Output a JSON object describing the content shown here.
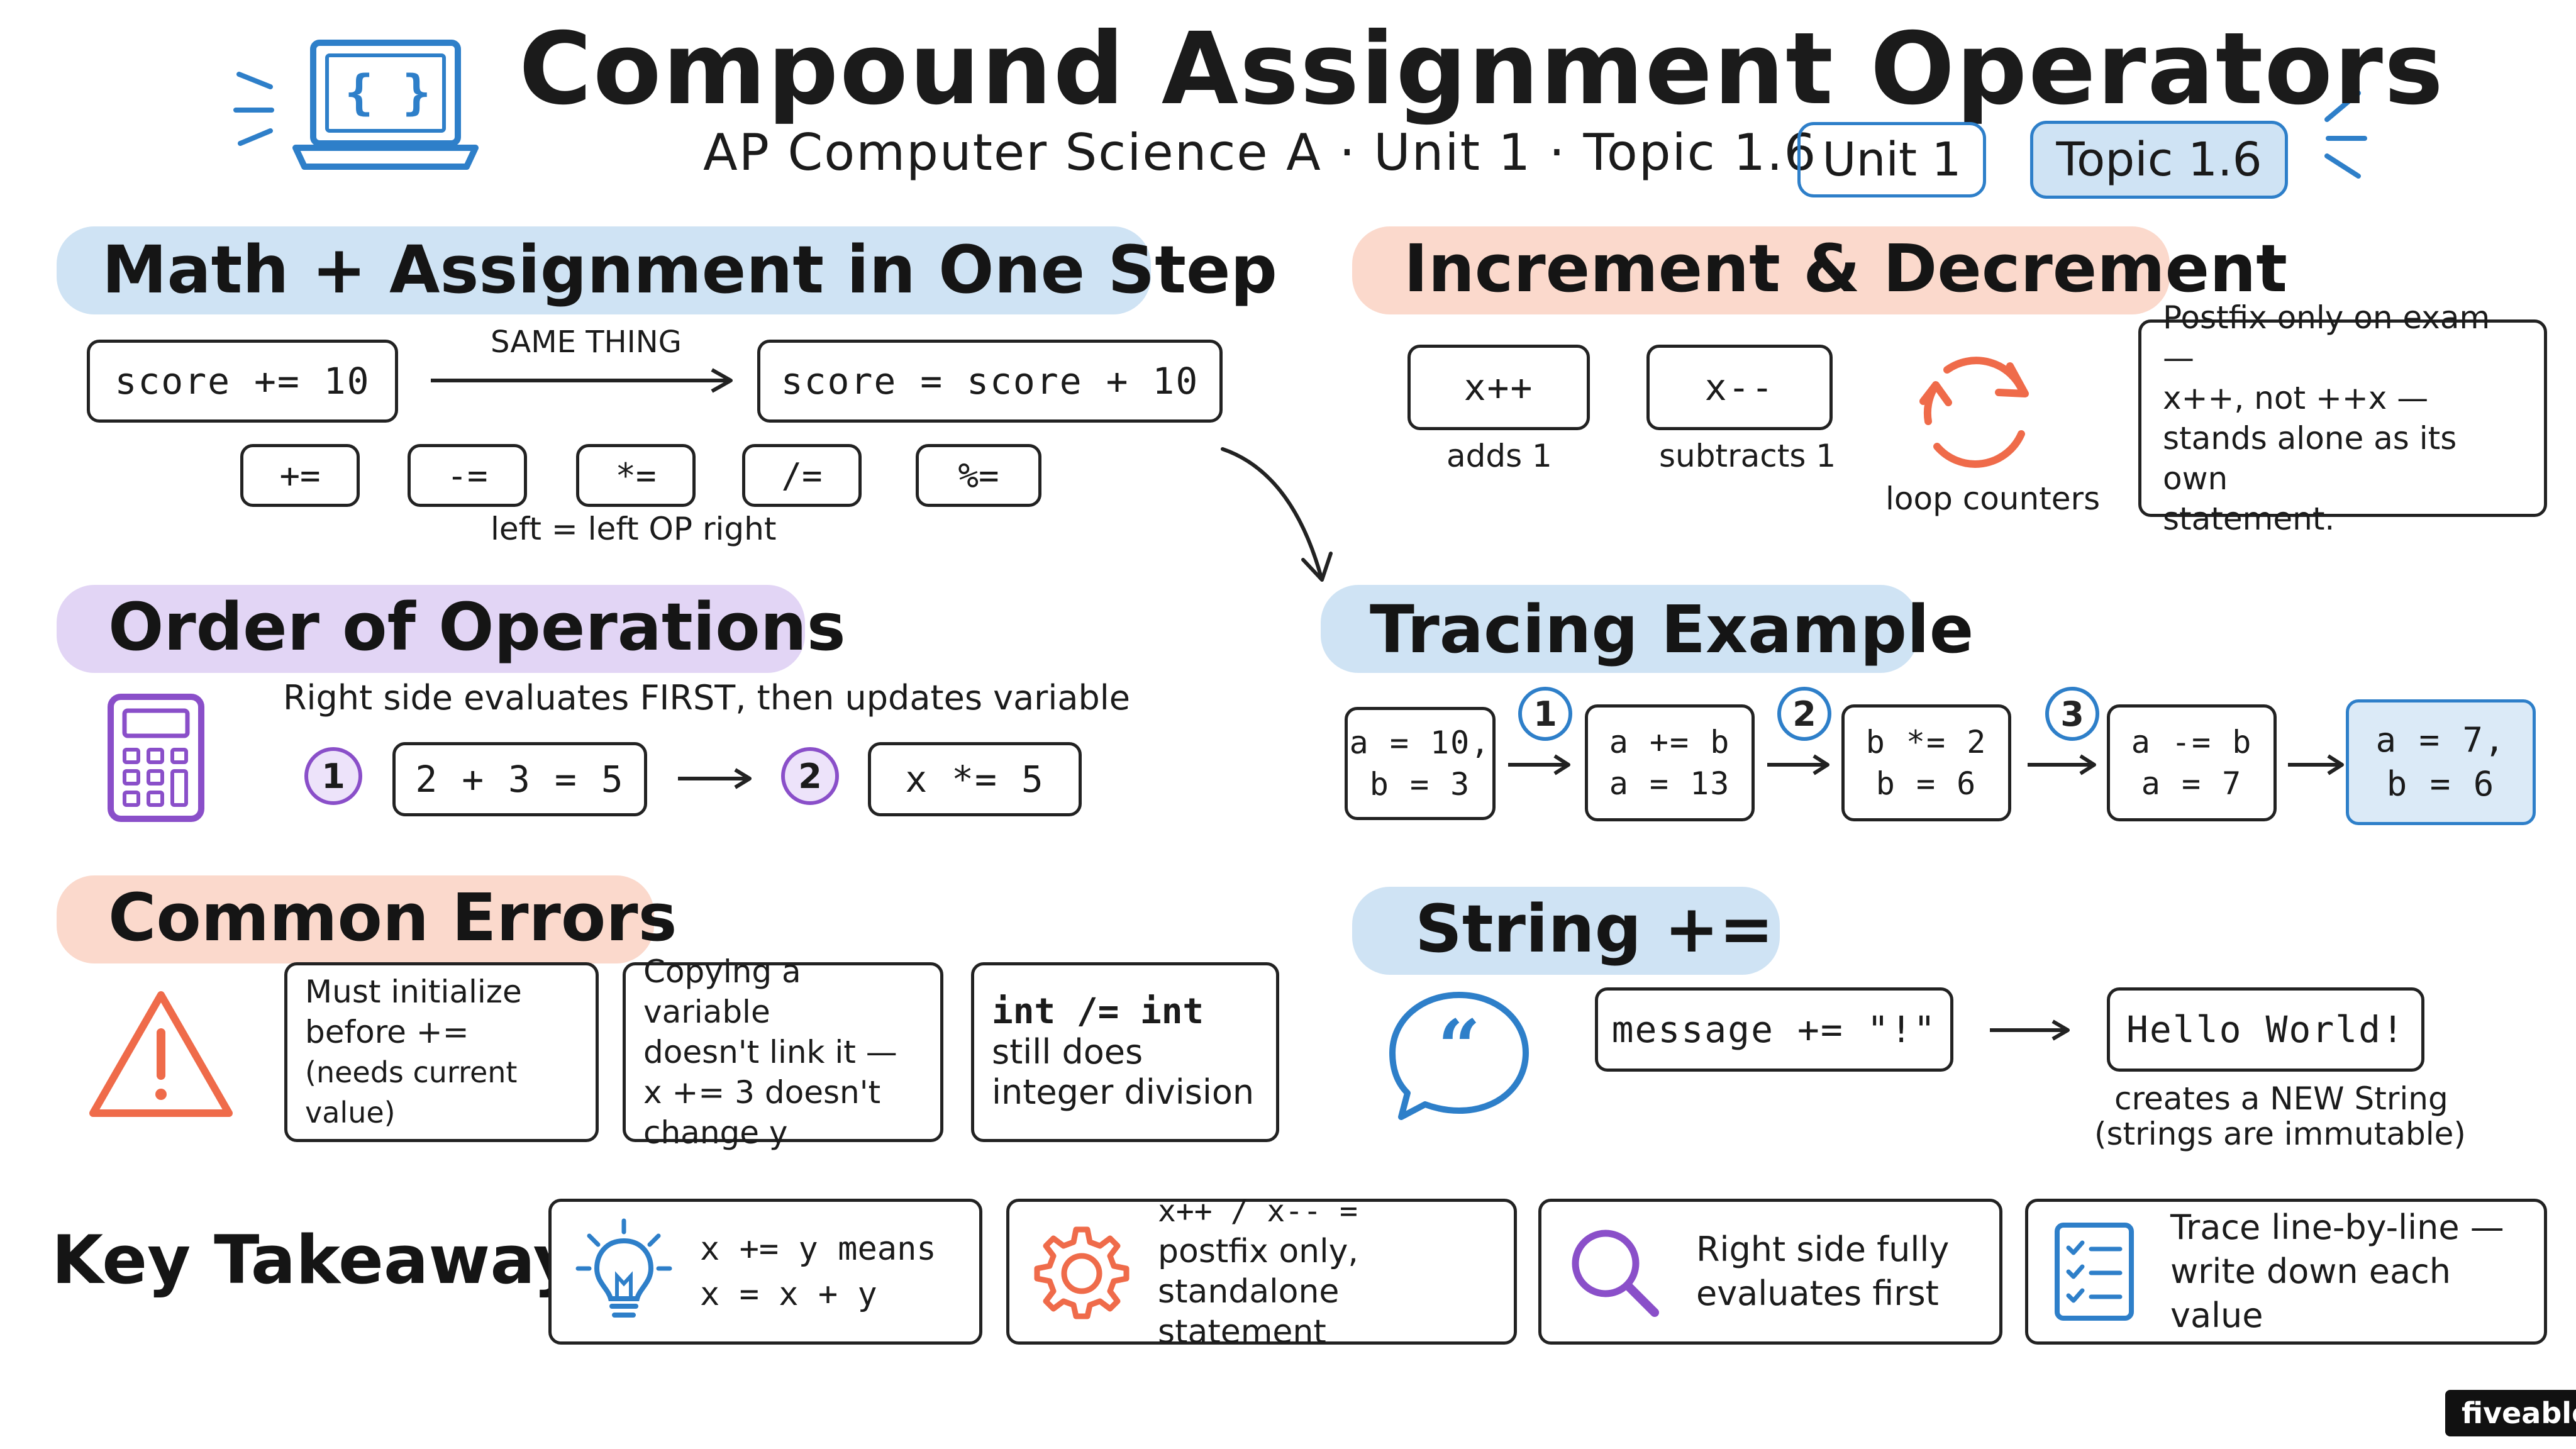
{
  "header": {
    "title": "Compound Assignment Operators",
    "subtitle": "AP Computer Science A · Unit 1 · Topic 1.6",
    "badge_unit": "Unit 1",
    "badge_topic": "Topic 1.6",
    "laptop_icon_text": "{ }"
  },
  "math_section": {
    "heading": "Math + Assignment in One Step",
    "left_code": "score += 10",
    "arrow_label": "SAME THING",
    "right_code": "score = score + 10",
    "operators": [
      "+=",
      "-=",
      "*=",
      "/=",
      "%="
    ],
    "rule": "left = left OP right"
  },
  "order_section": {
    "heading": "Order of Operations",
    "note": "Right side evaluates FIRST, then updates variable",
    "step1_num": "1",
    "step1_code": "2 + 3 = 5",
    "step2_num": "2",
    "step2_code": "x *= 5"
  },
  "errors_section": {
    "heading": "Common Errors",
    "cards": [
      {
        "lines": [
          "Must initialize",
          "before +=",
          "(needs current value)"
        ]
      },
      {
        "lines": [
          "Copying a variable",
          "doesn't link it —",
          "x += 3 doesn't",
          "change y"
        ]
      },
      {
        "lines": [
          "int /= int",
          "still does",
          "integer division"
        ]
      }
    ]
  },
  "increment_section": {
    "heading": "Increment & Decrement",
    "inc_code": "x++",
    "inc_label": "adds 1",
    "dec_code": "x--",
    "dec_label": "subtracts 1",
    "loop_label": "loop counters",
    "note_lines": [
      "Postfix only on exam —",
      "x++, not ++x —",
      "stands alone as its own",
      "statement."
    ]
  },
  "tracing_section": {
    "heading": "Tracing Example",
    "states": [
      {
        "line1": "a = 10,",
        "line2": "b = 3"
      },
      {
        "line1": "a += b",
        "line2": "a = 13"
      },
      {
        "line1": "b *= 2",
        "line2": "b = 6"
      },
      {
        "line1": "a -= b",
        "line2": "a = 7"
      },
      {
        "line1": "a = 7,",
        "line2": "b = 6"
      }
    ],
    "step_numbers": [
      "1",
      "2",
      "3"
    ]
  },
  "string_section": {
    "heading": "String +=",
    "code": "message += \"!\"",
    "result": "Hello World!",
    "note_lines": [
      "creates a NEW String",
      "(strings are immutable)"
    ]
  },
  "takeaways": {
    "heading": "Key Takeaways:",
    "cards": [
      {
        "icon": "lightbulb-icon",
        "lines": [
          "x += y means",
          "x = x + y"
        ]
      },
      {
        "icon": "gear-icon",
        "lines": [
          "x++ / x-- =",
          "postfix only,",
          "standalone statement"
        ]
      },
      {
        "icon": "magnifier-icon",
        "lines": [
          "Right side fully",
          "evaluates first"
        ]
      },
      {
        "icon": "checklist-icon",
        "lines": [
          "Trace line-by-line —",
          "write down each value"
        ]
      }
    ]
  },
  "footer": {
    "brand": "fiveable"
  },
  "colors": {
    "blue_highlight": "#cfe3f4",
    "purple_highlight": "#e2d5f5",
    "orange_highlight": "#fbd9cc",
    "blue": "#2e7fc9",
    "purple": "#8a4fc9",
    "orange": "#ef6b4a"
  }
}
